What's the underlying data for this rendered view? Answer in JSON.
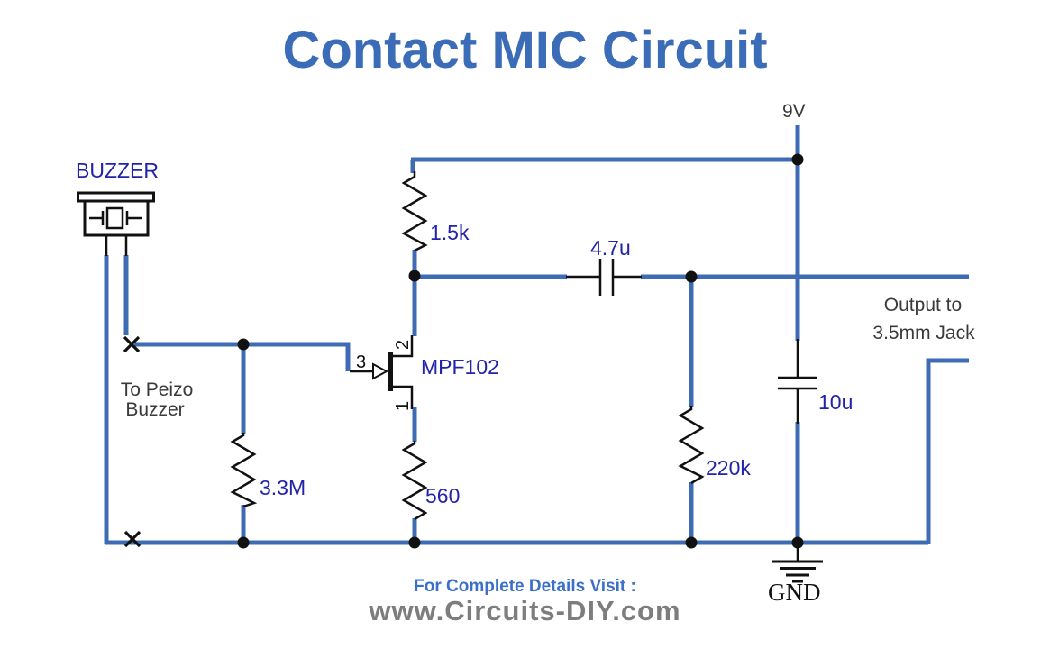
{
  "title": "Contact MIC Circuit",
  "colors": {
    "wire_blue": "#3d6cb5",
    "component_black": "#111111",
    "label_navy": "#2323aa",
    "annotation_gray": "#3a3a3a",
    "title_blue": "#3b6cb7",
    "footer_blue": "#3a70c8",
    "footer_gray": "#7d7d7d"
  },
  "components": {
    "buzzer": {
      "label": "BUZZER"
    },
    "r_drain": {
      "label": "1.5k"
    },
    "r_source": {
      "label": "560"
    },
    "r_gate": {
      "label": "3.3M"
    },
    "r_load": {
      "label": "220k"
    },
    "c_coupling": {
      "label": "4.7u"
    },
    "c_supply": {
      "label": "10u"
    },
    "jfet": {
      "label": "MPF102",
      "pin_drain": "2",
      "pin_source": "1",
      "pin_gate": "3"
    }
  },
  "annotations": {
    "supply": "9V",
    "ground": "GND",
    "buzzer_note1": "To Peizo",
    "buzzer_note2": "Buzzer",
    "output_note1": "Output to",
    "output_note2": "3.5mm Jack"
  },
  "footer": {
    "line1": "For Complete Details Visit :",
    "line2": "www.Circuits-DIY.com"
  }
}
